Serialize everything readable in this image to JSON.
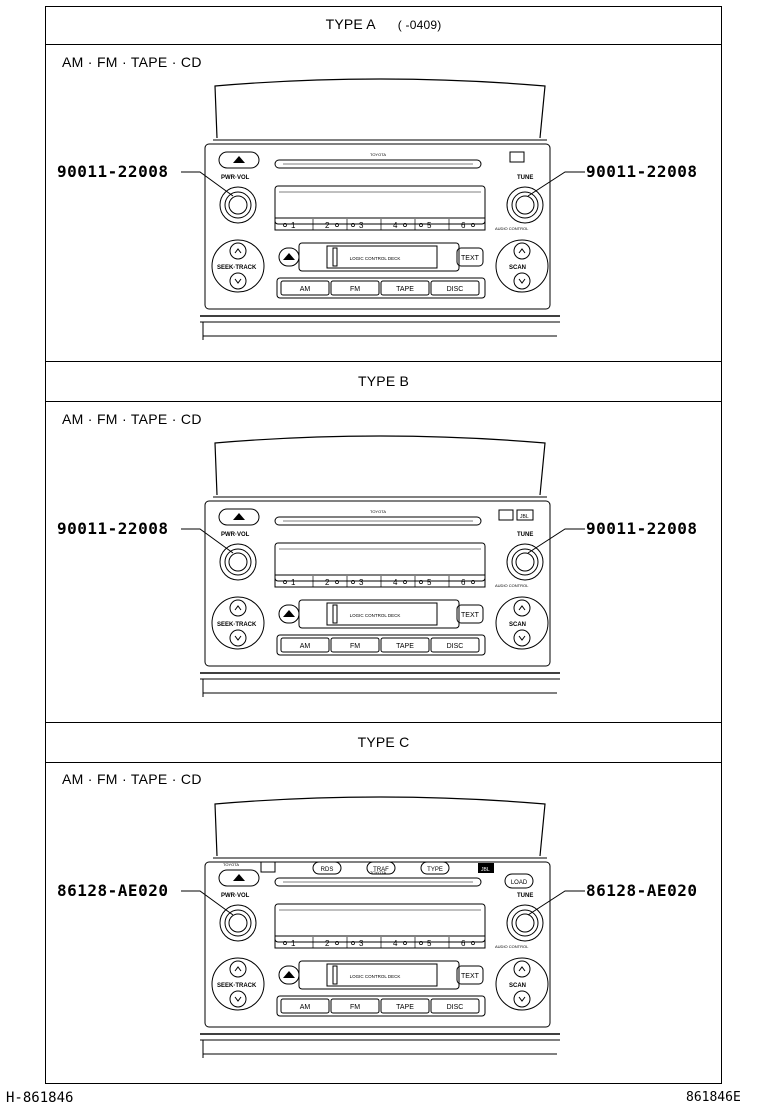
{
  "types": [
    {
      "title": "TYPE A",
      "subtitle": "(     -0409)",
      "media": "AM · FM · TAPE · CD",
      "part_left": "90011-22008",
      "part_right": "90011-22008",
      "variant": "a"
    },
    {
      "title": "TYPE B",
      "subtitle": "",
      "media": "AM · FM · TAPE · CD",
      "part_left": "90011-22008",
      "part_right": "90011-22008",
      "variant": "b"
    },
    {
      "title": "TYPE C",
      "subtitle": "",
      "media": "AM · FM · TAPE · CD",
      "part_left": "86128-AE020",
      "part_right": "86128-AE020",
      "variant": "c"
    }
  ],
  "radio": {
    "brand": "TOYOTA",
    "pwr_vol": "PWR·VOL",
    "tune": "TUNE",
    "seek_track": "SEEK·TRACK",
    "scan": "SCAN",
    "text_button": "TEXT",
    "deck_label": "LOGIC CONTROL DECK",
    "presets": [
      "1",
      "2",
      "3",
      "4",
      "5",
      "6"
    ],
    "band_buttons": [
      "AM",
      "FM",
      "TAPE",
      "DISC"
    ],
    "rds": "RDS",
    "traf": "TRAF",
    "type": "TYPE",
    "load": "LOAD",
    "jbl": "JBL",
    "audio_control": "AUDIO CONTROL"
  },
  "footer": {
    "left_code": "H-861846",
    "right_code": "861846E"
  }
}
